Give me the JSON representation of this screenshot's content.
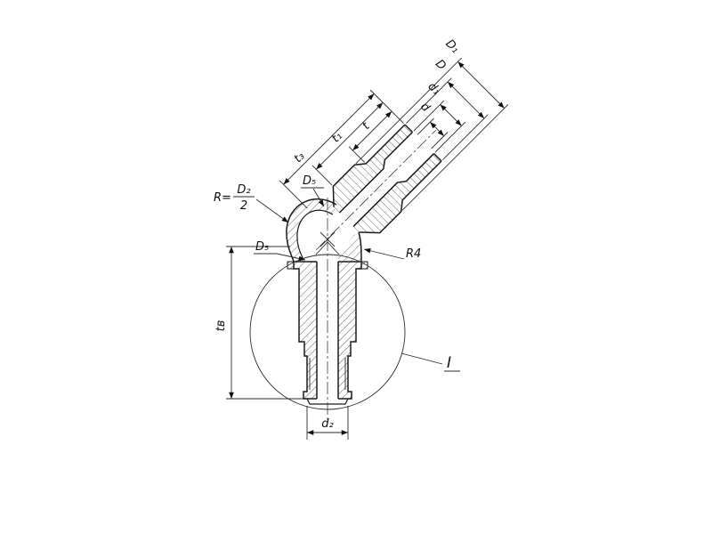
{
  "meta": {
    "type": "technical-drawing",
    "subject": "angled pipe fitting cross-section with dimension callouts and detail circle",
    "background": "#ffffff",
    "line_color": "#1a1a1a"
  },
  "labels": {
    "D1": "D₁",
    "D": "D",
    "d1": "d₁",
    "d": "d",
    "t3": "t₃",
    "t1": "t₁",
    "t": "t",
    "r_prefix": "R=",
    "r_num": "D₂",
    "r_den": "2",
    "D5_upper": "D₅",
    "D5_lower": "D₅",
    "R4": "R4",
    "tv": "tв",
    "d2": "d₂",
    "detail": "I"
  }
}
